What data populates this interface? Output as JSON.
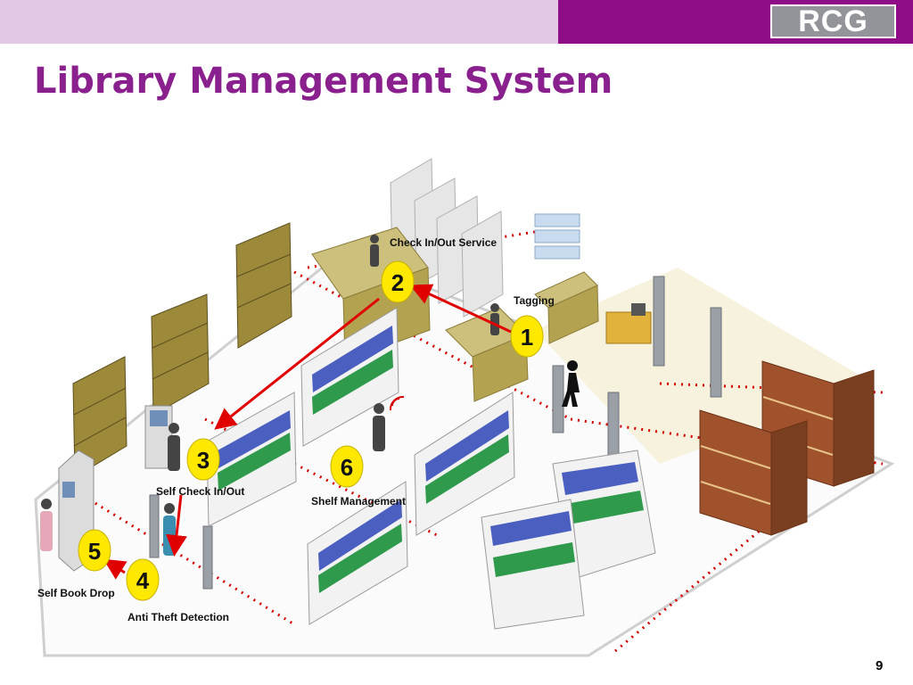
{
  "header": {
    "logo_text": "RCG",
    "left_band_color": "#e2c8e4",
    "right_band_color": "#8e0c86"
  },
  "title": "Library Management System",
  "title_color": "#8a1f8e",
  "page_number": "9",
  "diagram": {
    "steps": [
      {
        "number": "1",
        "label": "Tagging"
      },
      {
        "number": "2",
        "label": "Check In/Out Service"
      },
      {
        "number": "3",
        "label": "Self Check In/Out"
      },
      {
        "number": "4",
        "label": "Anti Theft Detection"
      },
      {
        "number": "5",
        "label": "Self Book Drop"
      },
      {
        "number": "6",
        "label": "Shelf Management"
      }
    ],
    "step_marker_color": "#ffe800",
    "arrow_color": "#e00000",
    "boundary_color": "#d40000"
  }
}
